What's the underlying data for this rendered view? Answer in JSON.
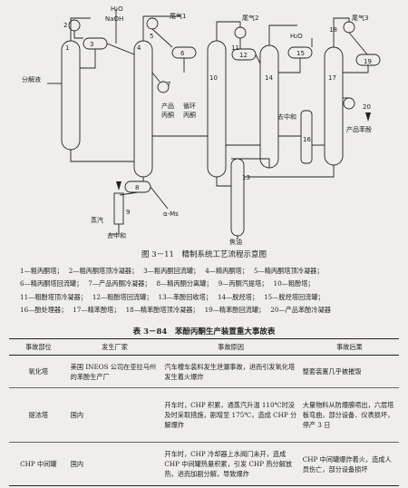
{
  "diagram": {
    "labels": {
      "feed": "分解液",
      "h2o_top": "H₂O",
      "naoh": "NaOH",
      "h2o_right": "H₂O",
      "vent1": "尾气1",
      "vent2": "尾气2",
      "vent3": "尾气3",
      "product_acetone_1": "产品",
      "product_acetone_2": "丙酮",
      "recycle_acetone_1": "循环",
      "recycle_acetone_2": "丙酮",
      "to_neutralize_mid": "去中和",
      "product_phenol": "产品苯酚",
      "steam": "蒸汽",
      "to_neutralize_bottom": "去中和",
      "ams": "α-Ms",
      "tar": "焦油"
    },
    "numbers": [
      "1",
      "2",
      "3",
      "4",
      "5",
      "6",
      "7",
      "8",
      "9",
      "10",
      "11",
      "12",
      "13",
      "14",
      "15",
      "16",
      "17",
      "18",
      "19",
      "20"
    ]
  },
  "figure": {
    "caption": "图 3－11　精制系统工艺流程示意图",
    "legend": [
      "1—粗丙酮塔；",
      "2—粗丙酮塔顶冷凝器；",
      "3—粗丙酮回流罐；",
      "4—精丙酮塔；",
      "5—精丙酮塔顶冷凝器；",
      "6—精丙酮塔回流罐；",
      "7—产品丙酮冷凝器；",
      "8—精丙酮分离罐；",
      "9—丙酮汽提塔；",
      "10—粗酚塔；",
      "11—粗酚塔顶冷凝器；",
      "12—粗酚塔回流罐；",
      "13—苯酚回收塔；",
      "14—脱烃塔；",
      "15—脱烃塔回流罐；",
      "16—酚处理器；",
      "17—精苯酚塔；",
      "18—精苯酚塔顶冷凝器；",
      "19—精苯酚回流罐；",
      "20—产品苯酚冷凝器"
    ]
  },
  "table": {
    "title": "表 3－84　苯酚丙酮生产装置重大事故表",
    "headers": [
      "事故部位",
      "发生厂家",
      "事故原因",
      "事故后果"
    ],
    "rows": [
      [
        "氧化塔",
        "美国 INEOS 公司在亚拉马州的苯酚生产厂",
        "汽车槽车装料发生泄漏事故，进而引发氧化塔发生着火爆炸",
        "整套装置几乎被摧毁"
      ],
      [
        "提浓塔",
        "国内",
        "开车时，CHP 积累，通蒸汽升温 110℃时没及时采取措施，剧增至 175℃，造成 CHP 分解爆炸",
        "大量物料从防爆膜喷出，六层塔板弯曲，部分设备、仪表损坏，停产 3 日"
      ],
      [
        "CHP 中间罐",
        "国内",
        "开车时，CHP 冷却器上水阀门未开，造成 CHP 中间罐热量积累，引发 CHP 热分解放热，进而加剧分解，导致爆炸",
        "CHP 中间罐爆炸着火，造成人员伤亡，部分设备损坏"
      ]
    ]
  }
}
